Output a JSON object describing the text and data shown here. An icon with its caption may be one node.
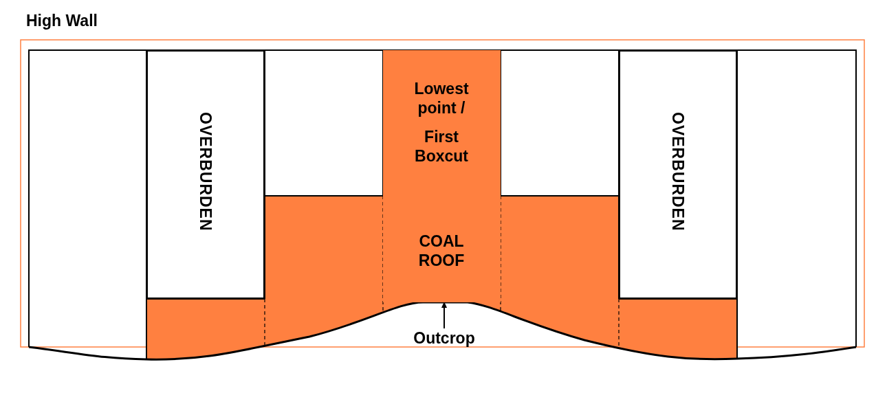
{
  "diagram": {
    "nodes": [
      {
        "text": [
          "OVERBURDEN"
        ]
      },
      {
        "text": [
          "Lowest point /",
          "First Boxcut",
          "COAL ROOF"
        ]
      },
      {
        "text": [
          "OVERBURDEN"
        ]
      },
      {
        "text": [
          "Outcrop"
        ]
      }
    ],
    "edges": [
      {
        "from": 3,
        "to": 1,
        "arrow": "to"
      }
    ],
    "labels": [
      "High Wall"
    ]
  }
}
